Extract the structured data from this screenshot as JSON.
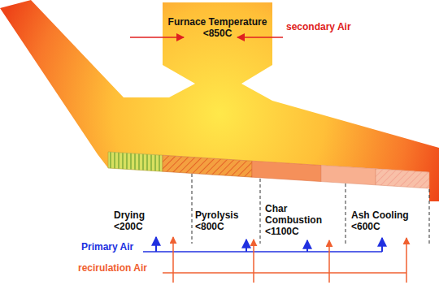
{
  "diagram": {
    "nodes": [
      {
        "text": [
          "Furnace Temperature <850C"
        ]
      }
    ],
    "labels": [
      "secondary Air",
      "Drying <200C",
      "Pyrolysis <800C",
      "Char Combustion <1100C",
      "Ash Cooling <600C",
      "Primary Air",
      "recirulation Air"
    ]
  }
}
